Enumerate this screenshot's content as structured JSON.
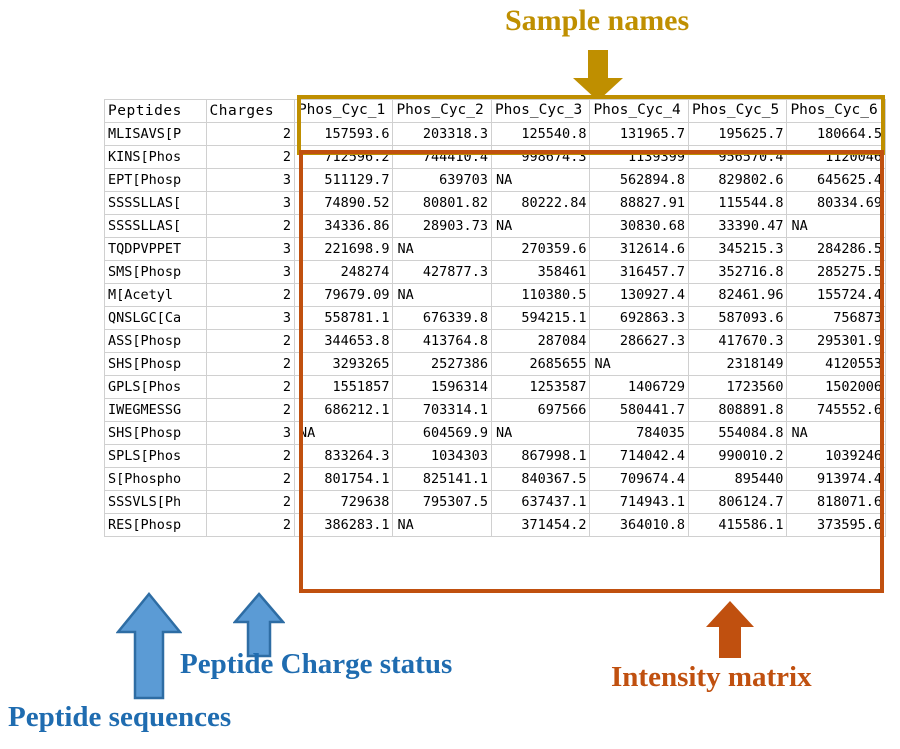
{
  "annotations": {
    "sample_names": "Sample names",
    "intensity_matrix": "Intensity matrix",
    "peptide_charge": "Peptide Charge status",
    "peptide_sequences": "Peptide sequences"
  },
  "colors": {
    "sample_names_accent": "#bf8f00",
    "intensity_matrix_accent": "#c0500f",
    "peptide_accent": "#1f6cb0",
    "arrow_blue_fill": "#5b9bd5",
    "arrow_blue_stroke": "#2e6da4",
    "header_label_bg": "#b4cde4",
    "header_sample_bg": "#ffff00",
    "grid_line": "#d0d0d0"
  },
  "table": {
    "headers": {
      "peptides": "Peptides",
      "charges": "Charges",
      "samples": [
        "Phos_Cyc_1",
        "Phos_Cyc_2",
        "Phos_Cyc_3",
        "Phos_Cyc_4",
        "Phos_Cyc_5",
        "Phos_Cyc_6"
      ]
    },
    "rows": [
      {
        "peptide": "MLISAVS[P",
        "charge": "2",
        "values": [
          "157593.6",
          "203318.3",
          "125540.8",
          "131965.7",
          "195625.7",
          "180664.5"
        ]
      },
      {
        "peptide": "KINS[Phos",
        "charge": "2",
        "values": [
          "712596.2",
          "744410.4",
          "998674.3",
          "1139399",
          "956570.4",
          "1120046"
        ]
      },
      {
        "peptide": "EPT[Phosp",
        "charge": "3",
        "values": [
          "511129.7",
          "639703",
          "NA",
          "562894.8",
          "829802.6",
          "645625.4"
        ]
      },
      {
        "peptide": "SSSSLLAS[",
        "charge": "3",
        "values": [
          "74890.52",
          "80801.82",
          "80222.84",
          "88827.91",
          "115544.8",
          "80334.69"
        ]
      },
      {
        "peptide": "SSSSLLAS[",
        "charge": "2",
        "values": [
          "34336.86",
          "28903.73",
          "NA",
          "30830.68",
          "33390.47",
          "NA"
        ]
      },
      {
        "peptide": "TQDPVPPET",
        "charge": "3",
        "values": [
          "221698.9",
          "NA",
          "270359.6",
          "312614.6",
          "345215.3",
          "284286.5"
        ]
      },
      {
        "peptide": "SMS[Phosp",
        "charge": "3",
        "values": [
          "248274",
          "427877.3",
          "358461",
          "316457.7",
          "352716.8",
          "285275.5"
        ]
      },
      {
        "peptide": "M[Acetyl",
        "charge": "2",
        "values": [
          "79679.09",
          "NA",
          "110380.5",
          "130927.4",
          "82461.96",
          "155724.4"
        ]
      },
      {
        "peptide": "QNSLGC[Ca",
        "charge": "3",
        "values": [
          "558781.1",
          "676339.8",
          "594215.1",
          "692863.3",
          "587093.6",
          "756873"
        ]
      },
      {
        "peptide": "ASS[Phosp",
        "charge": "2",
        "values": [
          "344653.8",
          "413764.8",
          "287084",
          "286627.3",
          "417670.3",
          "295301.9"
        ]
      },
      {
        "peptide": "SHS[Phosp",
        "charge": "2",
        "values": [
          "3293265",
          "2527386",
          "2685655",
          "NA",
          "2318149",
          "4120553"
        ]
      },
      {
        "peptide": "GPLS[Phos",
        "charge": "2",
        "values": [
          "1551857",
          "1596314",
          "1253587",
          "1406729",
          "1723560",
          "1502006"
        ]
      },
      {
        "peptide": "IWEGMESSG",
        "charge": "2",
        "values": [
          "686212.1",
          "703314.1",
          "697566",
          "580441.7",
          "808891.8",
          "745552.6"
        ]
      },
      {
        "peptide": "SHS[Phosp",
        "charge": "3",
        "values": [
          "NA",
          "604569.9",
          "NA",
          "784035",
          "554084.8",
          "NA"
        ]
      },
      {
        "peptide": "SPLS[Phos",
        "charge": "2",
        "values": [
          "833264.3",
          "1034303",
          "867998.1",
          "714042.4",
          "990010.2",
          "1039246"
        ]
      },
      {
        "peptide": "S[Phospho",
        "charge": "2",
        "values": [
          "801754.1",
          "825141.1",
          "840367.5",
          "709674.4",
          "895440",
          "913974.4"
        ]
      },
      {
        "peptide": "SSSVLS[Ph",
        "charge": "2",
        "values": [
          "729638",
          "795307.5",
          "637437.1",
          "714943.1",
          "806124.7",
          "818071.6"
        ]
      },
      {
        "peptide": "RES[Phosp",
        "charge": "2",
        "values": [
          "386283.1",
          "NA",
          "371454.2",
          "364010.8",
          "415586.1",
          "373595.6"
        ]
      }
    ]
  },
  "icons": {
    "sample_names_arrow": "arrow-down-gold",
    "intensity_arrow": "arrow-up-orange",
    "peptide_sequences_arrow": "arrow-up-blue-large",
    "peptide_charge_arrow": "arrow-up-blue-small"
  }
}
